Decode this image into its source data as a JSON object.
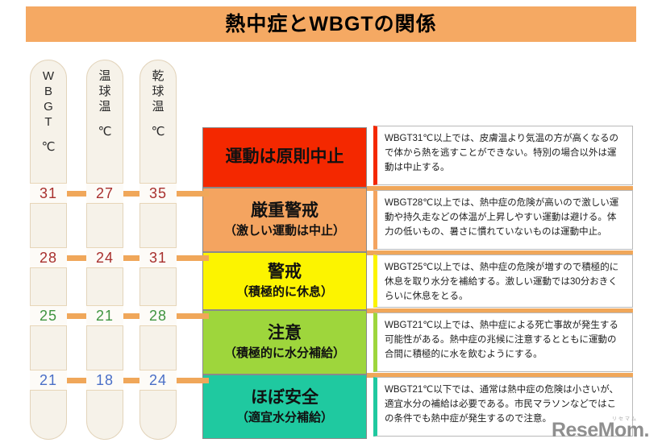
{
  "title": {
    "text": "熱中症とWBGTの関係",
    "banner_color": "#f5a963"
  },
  "columns": [
    {
      "id": "wbgt",
      "label_chars": [
        "W",
        "B",
        "G",
        "T"
      ],
      "unit": "℃",
      "values": [
        "31",
        "28",
        "25",
        "21"
      ]
    },
    {
      "id": "wet-bulb",
      "label_chars": [
        "温",
        "球",
        "温"
      ],
      "unit": "℃",
      "values": [
        "27",
        "24",
        "21",
        "18"
      ]
    },
    {
      "id": "dry-bulb",
      "label_chars": [
        "乾",
        "球",
        "温"
      ],
      "unit": "℃",
      "values": [
        "35",
        "31",
        "28",
        "24"
      ]
    }
  ],
  "value_colors": [
    "#a8302e",
    "#a8302e",
    "#3f9440",
    "#4a6fc7"
  ],
  "bands": [
    {
      "main": "運動は原則中止",
      "sub": "",
      "color": "#f42800",
      "text_color": "#111111",
      "description": "WBGT31℃以上では、皮膚温より気温の方が高くなるので体から熱を逃すことができない。特別の場合以外は運動は中止する。"
    },
    {
      "main": "厳重警戒",
      "sub": "（激しい運動は中止）",
      "color": "#f4a460",
      "text_color": "#111111",
      "description": "WBGT28℃以上では、熱中症の危険が高いので激しい運動や持久走などの体温が上昇しやすい運動は避ける。体力の低いもの、暑さに慣れていないものは運動中止。"
    },
    {
      "main": "警戒",
      "sub": "（積極的に休息）",
      "color": "#fcf400",
      "text_color": "#111111",
      "description": "WBGT25℃以上では、熱中症の危険が増すので積極的に休息を取り水分を補給する。激しい運動では30分おきくらいに休息をとる。"
    },
    {
      "main": "注意",
      "sub": "（積極的に水分補給）",
      "color": "#9ed63c",
      "text_color": "#111111",
      "description": "WBGT21℃以上では、熱中症による死亡事故が発生する可能性がある。熱中症の兆候に注意するとともに運動の合間に積極的に水を飲むようにする。"
    },
    {
      "main": "ほぼ安全",
      "sub": "（適宜水分補給）",
      "color": "#1fc9a0",
      "text_color": "#111111",
      "description": "WBGT21℃以下では、通常は熱中症の危険は小さいが、適宜水分の補給は必要である。市民マラソンなどではこの条件でも熱中症が発生するので注意。"
    }
  ],
  "connector_color": "#f0a75a",
  "watermark": {
    "kana": "リセマム",
    "text": "ReseMom."
  }
}
